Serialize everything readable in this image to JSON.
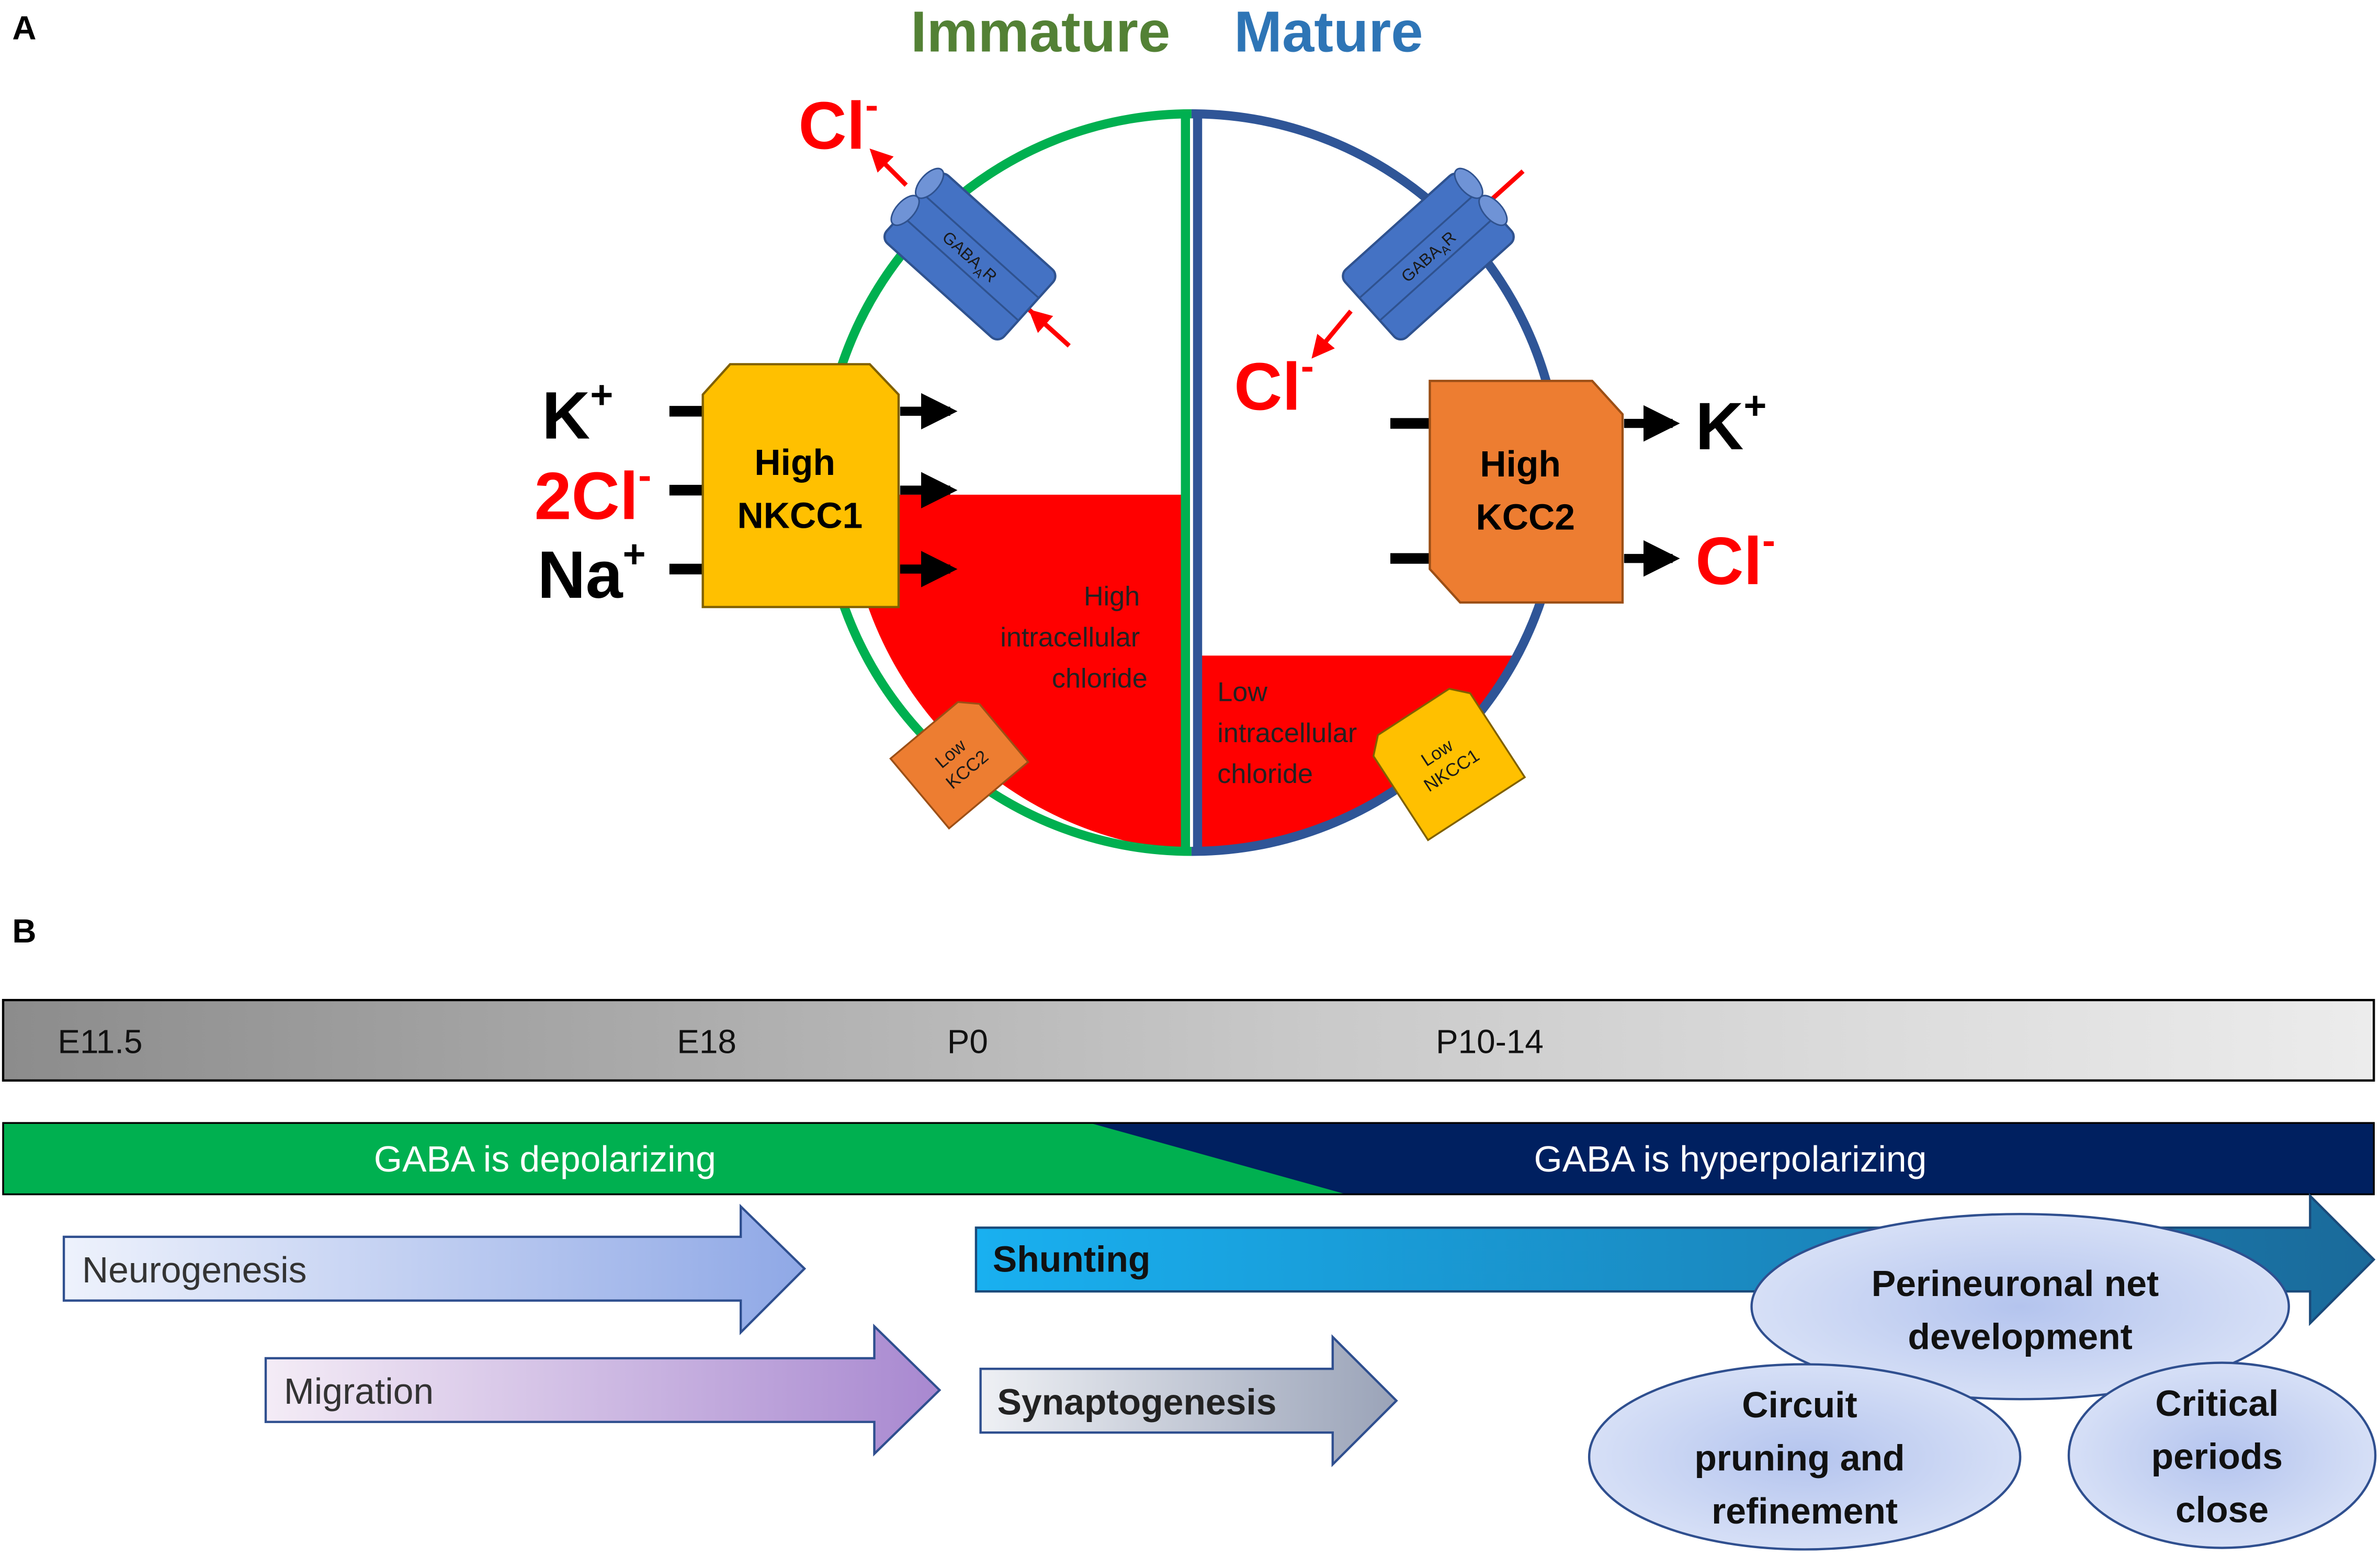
{
  "panel_a": {
    "label": "A",
    "immature": "Immature",
    "mature": "Mature",
    "receptor_base": "GABA",
    "receptor_sub": "A",
    "receptor_end": "R",
    "immature_side": {
      "cl_out": "Cl",
      "cl_out_sup": "-",
      "ion_k": "K",
      "ion_k_sup": "+",
      "ion_2cl": "2Cl",
      "ion_2cl_sup": "-",
      "ion_na": "Na",
      "ion_na_sup": "+",
      "transporter_line1": "High",
      "transporter_line2": "NKCC1",
      "chloride_line1": "High",
      "chloride_line2": "intracellular",
      "chloride_line3": "chloride",
      "minor_line1": "Low",
      "minor_line2": "KCC2"
    },
    "mature_side": {
      "cl_in": "Cl",
      "cl_in_sup": "-",
      "transporter_line1": "High",
      "transporter_line2": "KCC2",
      "ion_k": "K",
      "ion_k_sup": "+",
      "ion_cl": "Cl",
      "ion_cl_sup": "-",
      "chloride_line1": "Low",
      "chloride_line2": "intracellular",
      "chloride_line3": "chloride",
      "minor_line1": "Low",
      "minor_line2": "NKCC1"
    }
  },
  "panel_b": {
    "label": "B",
    "timeline": [
      "E11.5",
      "E18",
      "P0",
      "P10-14"
    ],
    "depolarizing": "GABA is depolarizing",
    "hyperpolarizing": "GABA is hyperpolarizing",
    "processes": {
      "neurogenesis": "Neurogenesis",
      "migration": "Migration",
      "shunting": "Shunting",
      "synaptogenesis": "Synaptogenesis"
    },
    "ellipses": {
      "perineuronal_line1": "Perineuronal net",
      "perineuronal_line2": "development",
      "circuit_line1": "Circuit",
      "circuit_line2": "pruning and",
      "circuit_line3": "refinement",
      "critical_line1": "Critical",
      "critical_line2": "periods",
      "critical_line3": "close"
    }
  },
  "colors": {
    "immature_green": "#538135",
    "mature_blue": "#2E75B6",
    "membrane_green": "#00B050",
    "membrane_navy": "#2F5597",
    "chloride_red": "#FF0000",
    "receptor_blue": "#4472C4",
    "nkcc1_yellow": "#FFC000",
    "kcc2_orange": "#ED7D31",
    "depol_green": "#00B050",
    "hyperpol_navy": "#002060"
  }
}
